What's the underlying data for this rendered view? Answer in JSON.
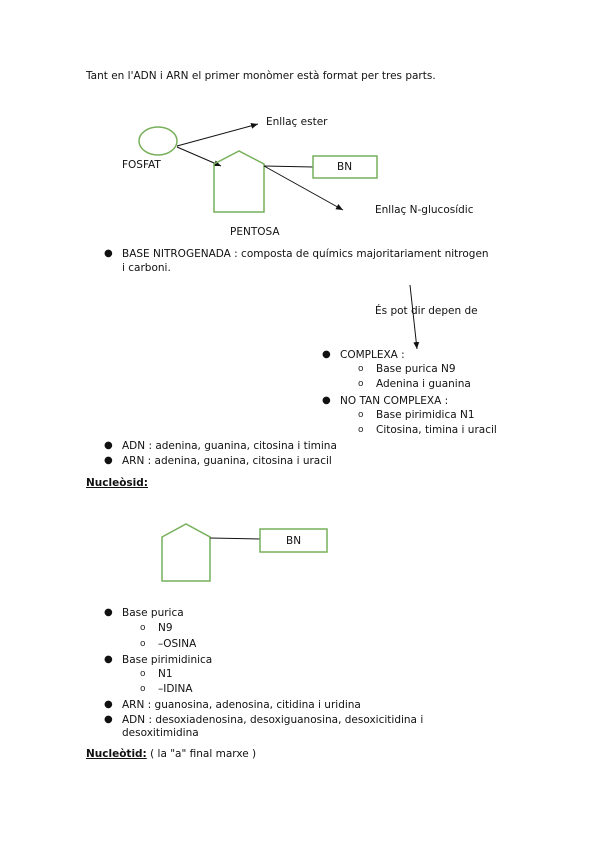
{
  "intro": "Tant en l'ADN i ARN el primer monòmer està format per tres parts.",
  "diagram1": {
    "ester": "Enllaç ester",
    "fosfat": "FOSFAT",
    "bn": "BN",
    "glucosidic": "Enllaç N-glucosídic",
    "pentosa": "PENTOSA"
  },
  "base_nitrogenada_line1": "BASE NITROGENADA : composta de químics majoritariament nitrogen",
  "base_nitrogenada_line2": "i carboni.",
  "depen": "És pot dir depen de",
  "complexa": {
    "label": "COMPLEXA :",
    "items": [
      "Base purica N9",
      "Adenina i guanina"
    ]
  },
  "no_tan_complexa": {
    "label": "NO TAN COMPLEXA :",
    "items": [
      "Base pirimidica N1",
      "Citosina, timina i uracil"
    ]
  },
  "adn1": "ADN : adenina, guanina, citosina i timina",
  "arn1": "ARN : adenina, guanina, citosina i uracil",
  "nucleosid_heading": "Nucleòsid:",
  "diagram2": {
    "bn": "BN"
  },
  "base_purica": {
    "label": "Base purica",
    "items": [
      "N9",
      "–OSINA"
    ]
  },
  "base_pirimidinica": {
    "label": "Base pirimidinica",
    "items": [
      "N1",
      "–IDINA"
    ]
  },
  "arn2": "ARN : guanosina, adenosina, citidina i uridina",
  "adn2_line1": "ADN : desoxiadenosina, desoxiguanosina, desoxicitidina i",
  "adn2_line2": "desoxitimidina",
  "nucleotid_heading": "Nucleòtid:",
  "nucleotid_note": " ( la \"a\" final marxe )",
  "colors": {
    "shape_green": "#77b05a",
    "text": "#111111"
  }
}
